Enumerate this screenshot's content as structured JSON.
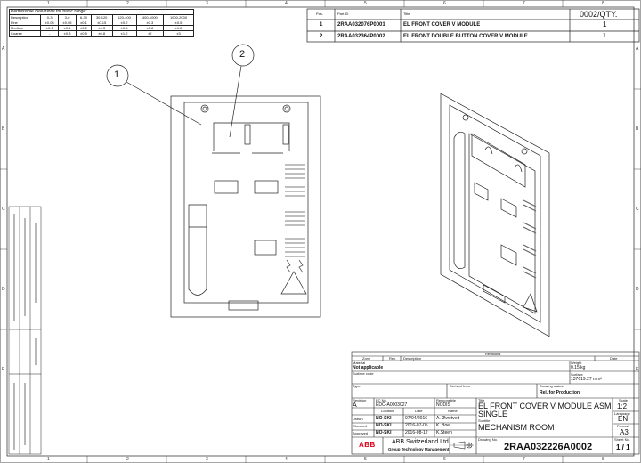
{
  "zones": {
    "columns": [
      "1",
      "2",
      "3",
      "4",
      "5",
      "6",
      "7",
      "8"
    ],
    "rows": [
      "A",
      "B",
      "C",
      "D",
      "E"
    ]
  },
  "deviations": {
    "title": "Permissible deviations for basic range:",
    "header": [
      "Description",
      "0-3",
      "3-6",
      "6-30",
      "30-120",
      "120-400",
      "400-1000",
      "1000-2000"
    ],
    "rows": [
      [
        "Fine",
        "±0.05",
        "±0.05",
        "±0.1",
        "±0.15",
        "±0.2",
        "±0.3",
        "±0.5"
      ],
      [
        "Medium",
        "±0.1",
        "±0.1",
        "±0.2",
        "±0.3",
        "±0.5",
        "±0.8",
        "±1.2"
      ],
      [
        "Coarse",
        "-",
        "±0.3",
        "±0.5",
        "±0.8",
        "±1.2",
        "±2",
        "±3"
      ]
    ]
  },
  "parts_list": {
    "headers": {
      "pos": "Pos.",
      "part_id": "Part ID",
      "title": "Title",
      "qty": "0002/QTY."
    },
    "rows": [
      {
        "pos": "1",
        "part_id": "2RAA032076P0001",
        "title": "EL FRONT COVER V MODULE",
        "qty": "1"
      },
      {
        "pos": "2",
        "part_id": "2RAA032364P0002",
        "title": "EL FRONT DOUBLE BUTTON COVER V MODULE",
        "qty": "1"
      }
    ]
  },
  "balloons": [
    "1",
    "2"
  ],
  "title_block": {
    "revisions_label": "Revisions",
    "zone_label": "Zone",
    "rev_label": "Rev.",
    "description_label": "Description",
    "date_label": "Date",
    "material_label": "Material",
    "material": "Not applicable",
    "surface_code_label": "Surface code",
    "weight_label": "Weight",
    "weight": "0.15 kg",
    "surface_label": "Surface",
    "surface": "137619.27 mm²",
    "type_label": "Type",
    "derived_from_label": "Derived from",
    "drawing_status_label": "Drawing status",
    "drawing_status": "Rel. for Production",
    "revision_label": "Revision",
    "revision": "A",
    "ec_no_label": "EC No.",
    "ec_no": "EDO-A0003027",
    "responsible_label": "Responsible",
    "responsible": "NODIS",
    "location_label": "Location",
    "date_col_label": "Date",
    "name_label": "Name",
    "signoffs": [
      {
        "role": "Drawn",
        "location": "NO-SKI",
        "date": "07/04/2016",
        "name": "A. Øvretveit"
      },
      {
        "role": "Checked",
        "location": "NO-SKI",
        "date": "2016-07-05",
        "name": "K. Boe"
      },
      {
        "role": "Approved",
        "location": "NO-SKI",
        "date": "2016-08-12",
        "name": "K.Steen"
      }
    ],
    "title_label": "Title",
    "title_line1": "EL FRONT COVER V MODULE ASM",
    "title_line2": "SINGLE",
    "subtitle_label": "Subtitle",
    "subtitle": "MECHANISM ROOM",
    "scale_label": "Scale",
    "scale": "1:2",
    "language_label": "Language",
    "language": "EN",
    "format_label": "Format",
    "format": "A3",
    "sheet_label": "Sheet No.",
    "sheet": "1 / 1",
    "company_logo": "ABB",
    "company": "ABB Switzerland Ltd",
    "department": "Group Technology Management",
    "drawing_no_label": "Drawing No.",
    "drawing_no": "2RAA032226A0002",
    "projection_icon": "first-angle-projection-icon",
    "logo_color": "#e2001a"
  }
}
